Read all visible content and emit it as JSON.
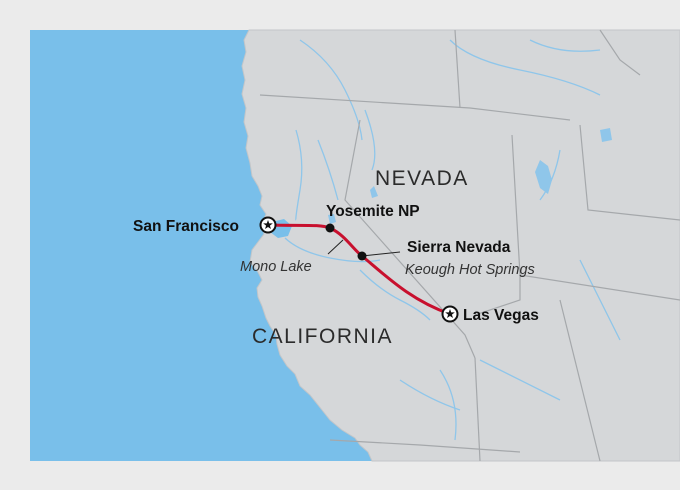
{
  "map": {
    "colors": {
      "water": "#79bfea",
      "land": "#d5d7d9",
      "route": "#c8102e",
      "border": "#a5a8ab",
      "river": "#8fc6ea",
      "frame": "#ebebeb"
    },
    "regions": {
      "nevada": "NEVADA",
      "california": "CALIFORNIA"
    },
    "stops": [
      {
        "id": "san-francisco",
        "label": "San Francisco",
        "marker": "star-circle-icon"
      },
      {
        "id": "yosemite",
        "label": "Yosemite NP",
        "marker": "dot-icon"
      },
      {
        "id": "mono-lake",
        "label": "Mono Lake",
        "marker": "leader-line"
      },
      {
        "id": "sierra-nevada",
        "label": "Sierra Nevada",
        "sublabel": "Keough Hot Springs",
        "marker": "dot-icon"
      },
      {
        "id": "las-vegas",
        "label": "Las Vegas",
        "marker": "star-circle-icon"
      }
    ]
  }
}
